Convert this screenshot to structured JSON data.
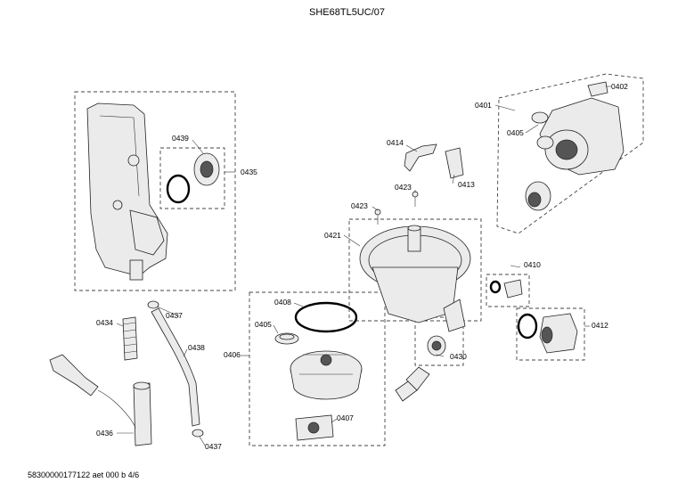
{
  "header": {
    "title": "SHE68TL5UC/07"
  },
  "footer": {
    "doc_id": "58300000177122 aet 000 b 4/6"
  },
  "labels": {
    "p0401": "0401",
    "p0402": "0402",
    "p0405a": "0405",
    "p0405b": "0405",
    "p0406": "0406",
    "p0407": "0407",
    "p0408": "0408",
    "p0410": "0410",
    "p0412": "0412",
    "p0413": "0413",
    "p0414": "0414",
    "p0421": "0421",
    "p0423a": "0423",
    "p0423b": "0423",
    "p0430": "0430",
    "p0434": "0434",
    "p0435": "0435",
    "p0436": "0436",
    "p0437a": "0437",
    "p0437b": "0437",
    "p0438": "0438",
    "p0439": "0439"
  }
}
